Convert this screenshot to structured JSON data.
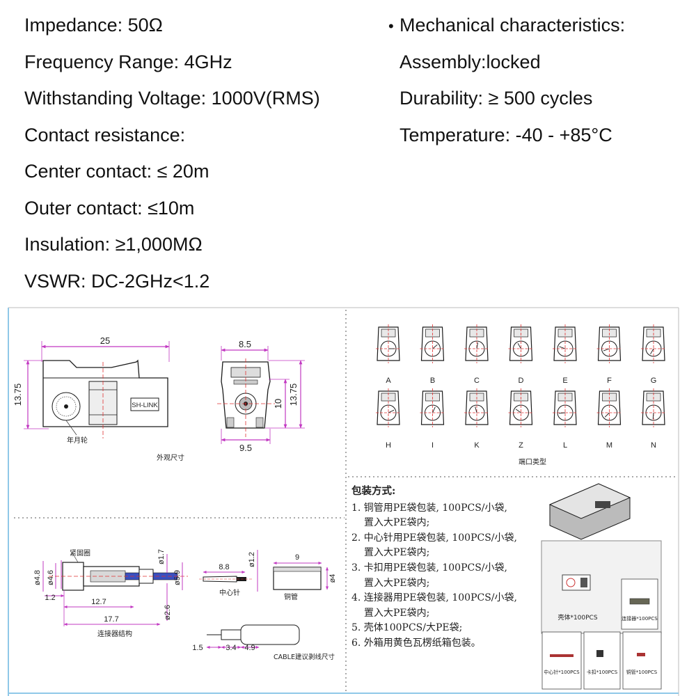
{
  "specs_left": [
    "Impedance: 50Ω",
    "Frequency Range: 4GHz",
    "Withstanding Voltage: 1000V(RMS)",
    "Contact resistance:",
    "Center contact: ≤ 20m",
    "Outer contact: ≤10m",
    "Insulation: ≥1,000MΩ",
    "VSWR: DC-2GHz<1.2"
  ],
  "specs_right": {
    "bullet": "•",
    "heading": "Mechanical characteristics:",
    "items": [
      "Assembly:locked",
      "Durability: ≥ 500 cycles",
      "Temperature: -40 - +85°C"
    ]
  },
  "drawing": {
    "side_view": {
      "dim_width": "25",
      "dim_height": "13.75",
      "brand": "SH-LINK",
      "wheel_label": "年月轮",
      "caption": "外观尺寸"
    },
    "front_view": {
      "dim_top": "8.5",
      "dim_bottom": "9.5",
      "dim_inner": "10",
      "dim_outer": "13.75"
    },
    "port_types": {
      "row1": [
        "A",
        "B",
        "C",
        "D",
        "E",
        "F",
        "G"
      ],
      "row2": [
        "H",
        "I",
        "K",
        "Z",
        "L",
        "M",
        "N"
      ],
      "caption": "端口类型"
    },
    "structure": {
      "ferrule_label": "紧固圈",
      "dims": [
        "ø4.8",
        "ø4.6",
        "1.2",
        "12.7",
        "17.7",
        "ø1.7",
        "ø5.9",
        "ø2.6"
      ],
      "caption": "连接器结构"
    },
    "center_pin": {
      "dim_len": "8.8",
      "dim_dia": "ø1.2",
      "caption": "中心针"
    },
    "copper_tube": {
      "dim_len": "9",
      "dim_dia": "ø4",
      "caption": "铜管"
    },
    "cable_strip": {
      "dims": [
        "1.5",
        "3.4",
        "4.9"
      ],
      "caption": "CABLE建议剥线尺寸"
    },
    "packing": {
      "title": "包装方式:",
      "lines": [
        "1. 铜管用PE袋包装, 100PCS/小袋,",
        "置入大PE袋内;",
        "2. 中心针用PE袋包装, 100PCS/小袋,",
        "置入大PE袋内;",
        "3. 卡扣用PE袋包装, 100PCS/小袋,",
        "置入大PE袋内;",
        "4. 连接器用PE袋包装, 100PCS/小袋,",
        "置入大PE袋内;",
        "5. 壳体100PCS/大PE袋;",
        "6. 外箱用黄色瓦楞纸箱包装。"
      ],
      "box_labels": [
        "壳体*100PCS",
        "连接器*100PCS",
        "中心针*100PCS",
        "卡扣*100PCS",
        "铜管*100PCS"
      ]
    }
  },
  "colors": {
    "dimension": "#c238c2",
    "centerline": "#e03030",
    "outline": "#1a1a1a",
    "frame": "#8fc8e8"
  }
}
